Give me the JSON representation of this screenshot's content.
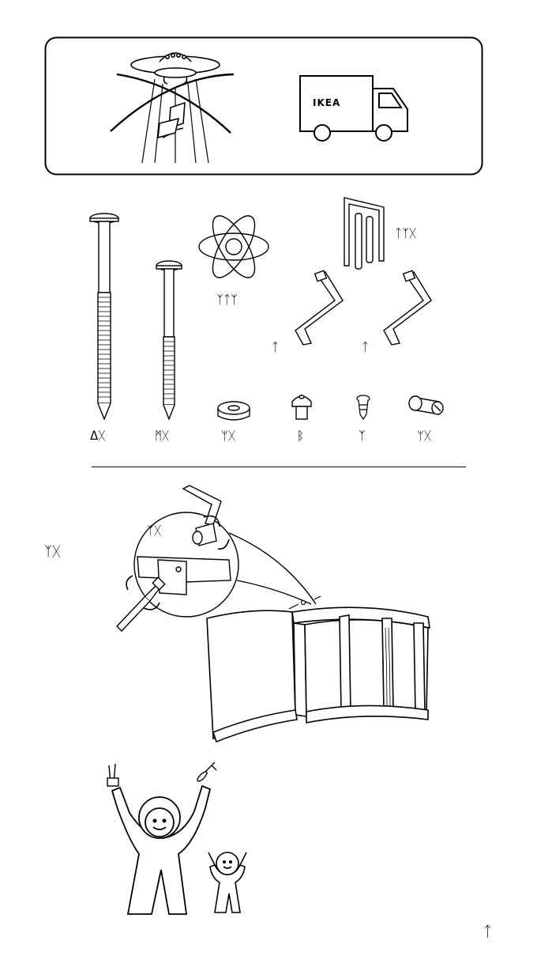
{
  "banner": {
    "truck_brand": "IKEA"
  },
  "parts": {
    "long_bolt_code": "ᐃᚷ",
    "medium_bolt_code": "ᛗᚷ",
    "spacer_code": "ᛘᚷ",
    "screw_cap_code": "ᛒ",
    "small_screw_code": "ᛉ",
    "barrel_nut_code": "ᛘᚷ",
    "atom_tool_code": "ᛉᛏᛉ",
    "fork_tool_code": "ᛏᛉᚷ",
    "hex_key_1_code": "ᛏ",
    "hex_key_2_code": "ᛏ"
  },
  "step": {
    "label": "ᛉᚷ",
    "detail_label": "ᛉᚷ"
  },
  "footer": {
    "page_symbol": "ᛏ"
  },
  "colors": {
    "ink": "#000000",
    "paper": "#ffffff"
  }
}
